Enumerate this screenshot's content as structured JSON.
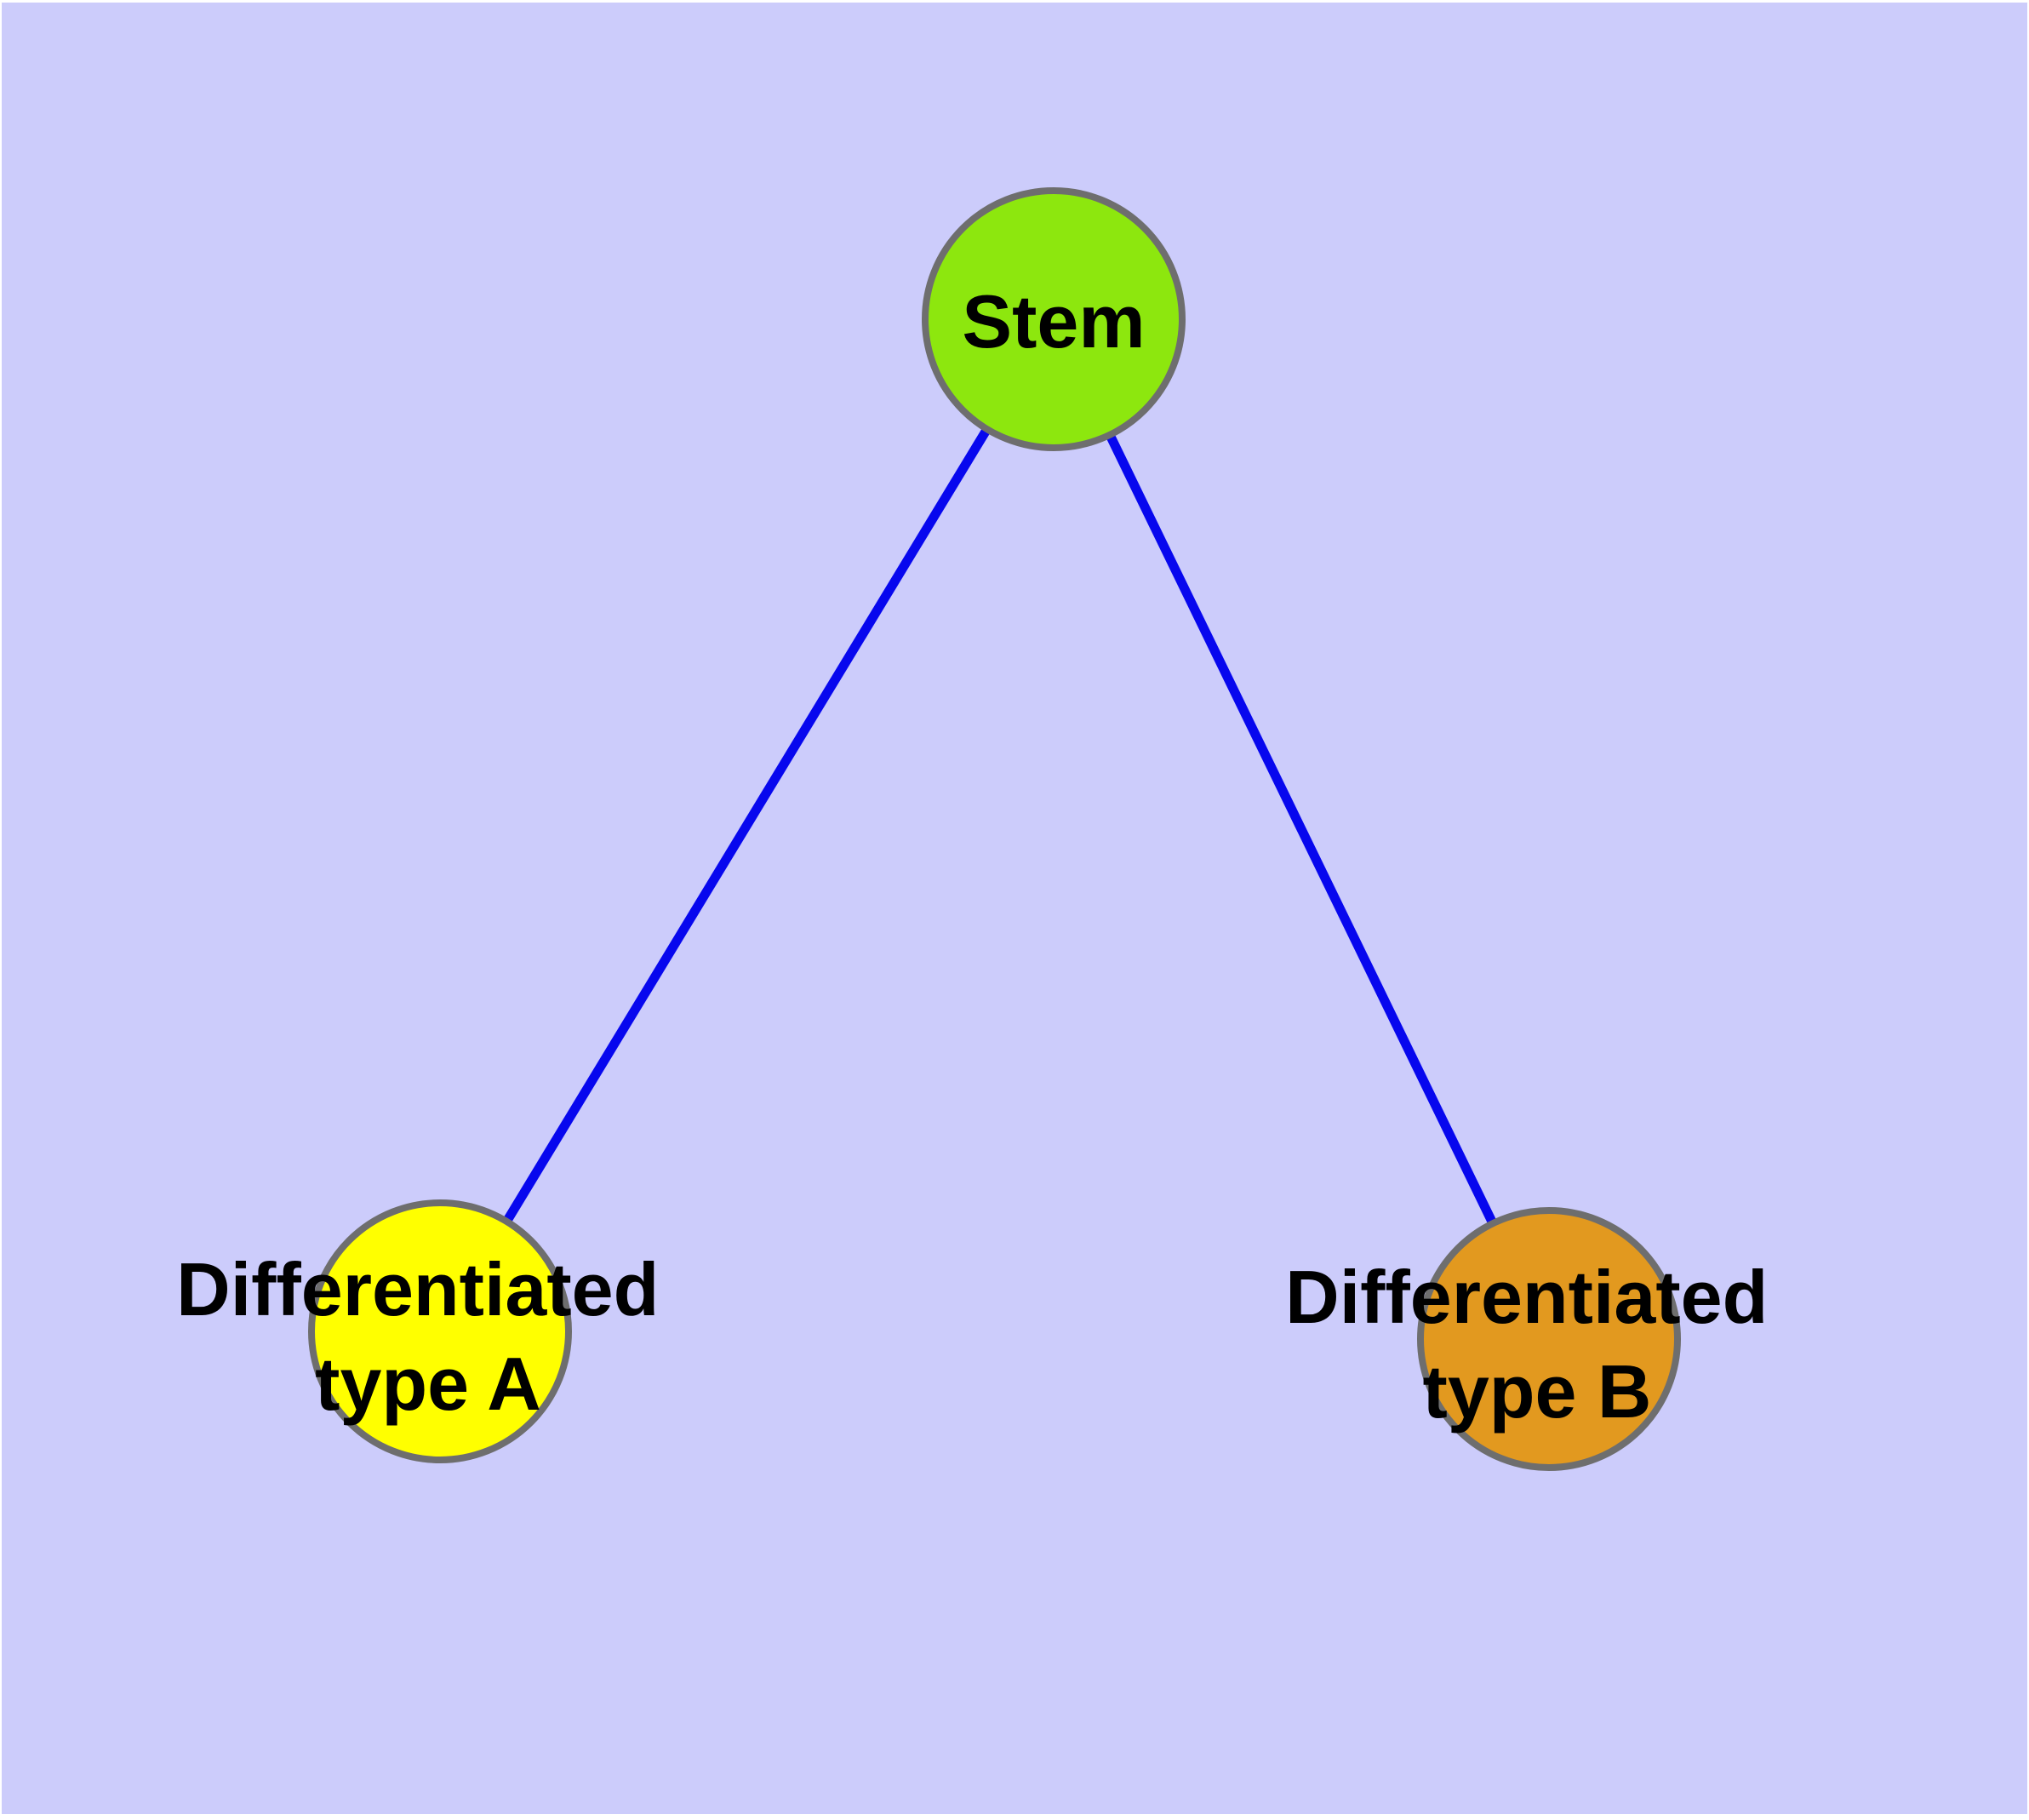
{
  "diagram": {
    "title": "stem-cell-differentiation-graph",
    "background": {
      "canvas_color": "#CCCCFB",
      "frame_color": "#FFFFFF"
    },
    "edge_style": {
      "color": "#0707EE",
      "width": 11
    },
    "node_style": {
      "border_color": "#6E6E6E",
      "border_width": 8,
      "text_color": "#000000"
    },
    "nodes": [
      {
        "id": "stem",
        "label": "Stem",
        "fill_color": "#8DE70E"
      },
      {
        "id": "differentiated-type-a",
        "label_line1": "Differentiated",
        "label_line2": "type A",
        "fill_color": "#FFFF00"
      },
      {
        "id": "differentiated-type-b",
        "label_line1": "Differentiated",
        "label_line2": "type B",
        "fill_color": "#E2991F"
      }
    ],
    "edges": [
      {
        "from": "Stem",
        "to": "Differentiated type A"
      },
      {
        "from": "Stem",
        "to": "Differentiated type B"
      }
    ]
  }
}
